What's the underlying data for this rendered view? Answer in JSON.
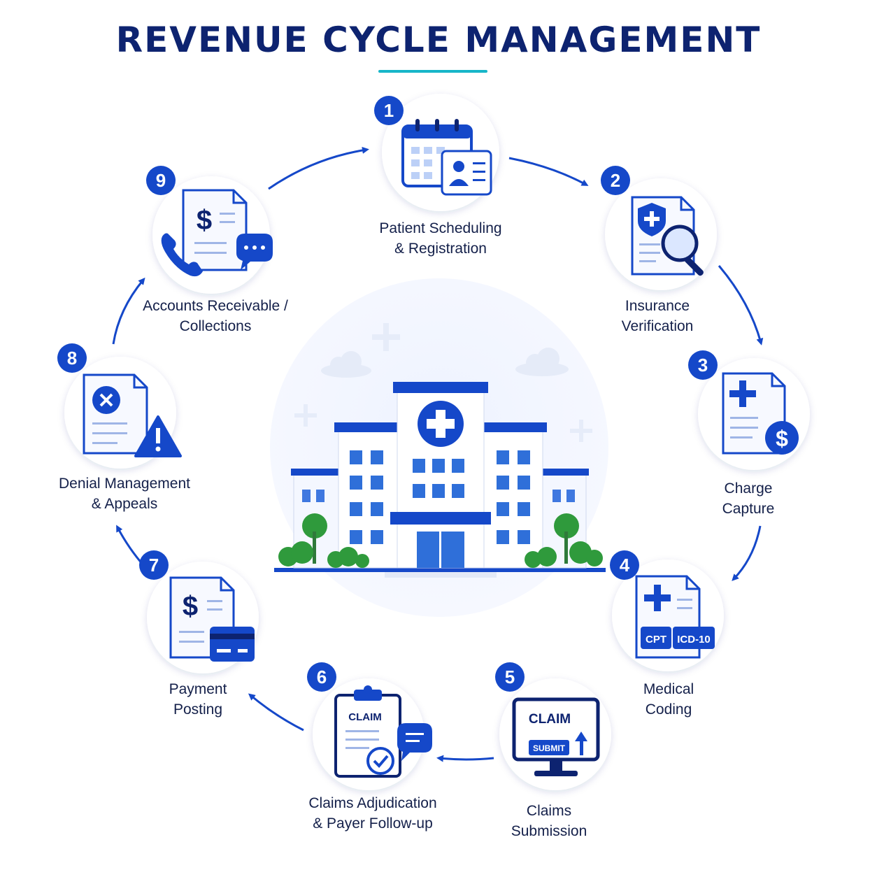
{
  "title": "REVENUE CYCLE MANAGEMENT",
  "colors": {
    "navy": "#0d2370",
    "blue": "#1548c9",
    "light_blue": "#d9e6ff",
    "teal": "#17b6c9",
    "green": "#2f9a3c"
  },
  "steps": [
    {
      "number": "1",
      "label_line1": "Patient Scheduling",
      "label_line2": "& Registration",
      "icon": "calendar-id-card-icon"
    },
    {
      "number": "2",
      "label_line1": "Insurance",
      "label_line2": "Verification",
      "icon": "shield-magnifier-icon"
    },
    {
      "number": "3",
      "label_line1": "Charge",
      "label_line2": "Capture",
      "icon": "medical-document-dollar-icon"
    },
    {
      "number": "4",
      "label_line1": "Medical",
      "label_line2": "Coding",
      "icon": "coding-document-icon",
      "tags": [
        "CPT",
        "ICD-10"
      ]
    },
    {
      "number": "5",
      "label_line1": "Claims",
      "label_line2": "Submission",
      "icon": "monitor-claim-icon",
      "screen_title": "CLAIM",
      "button_text": "SUBMIT"
    },
    {
      "number": "6",
      "label_line1": "Claims Adjudication",
      "label_line2": "& Payer Follow-up",
      "icon": "clipboard-claim-icon",
      "clip_title": "CLAIM"
    },
    {
      "number": "7",
      "label_line1": "Payment",
      "label_line2": "Posting",
      "icon": "invoice-card-icon"
    },
    {
      "number": "8",
      "label_line1": "Denial Management",
      "label_line2": "& Appeals",
      "icon": "denied-document-warning-icon"
    },
    {
      "number": "9",
      "label_line1": "Accounts Receivable /",
      "label_line2": "Collections",
      "icon": "invoice-phone-chat-icon"
    }
  ],
  "center_icon": "hospital-building-icon"
}
